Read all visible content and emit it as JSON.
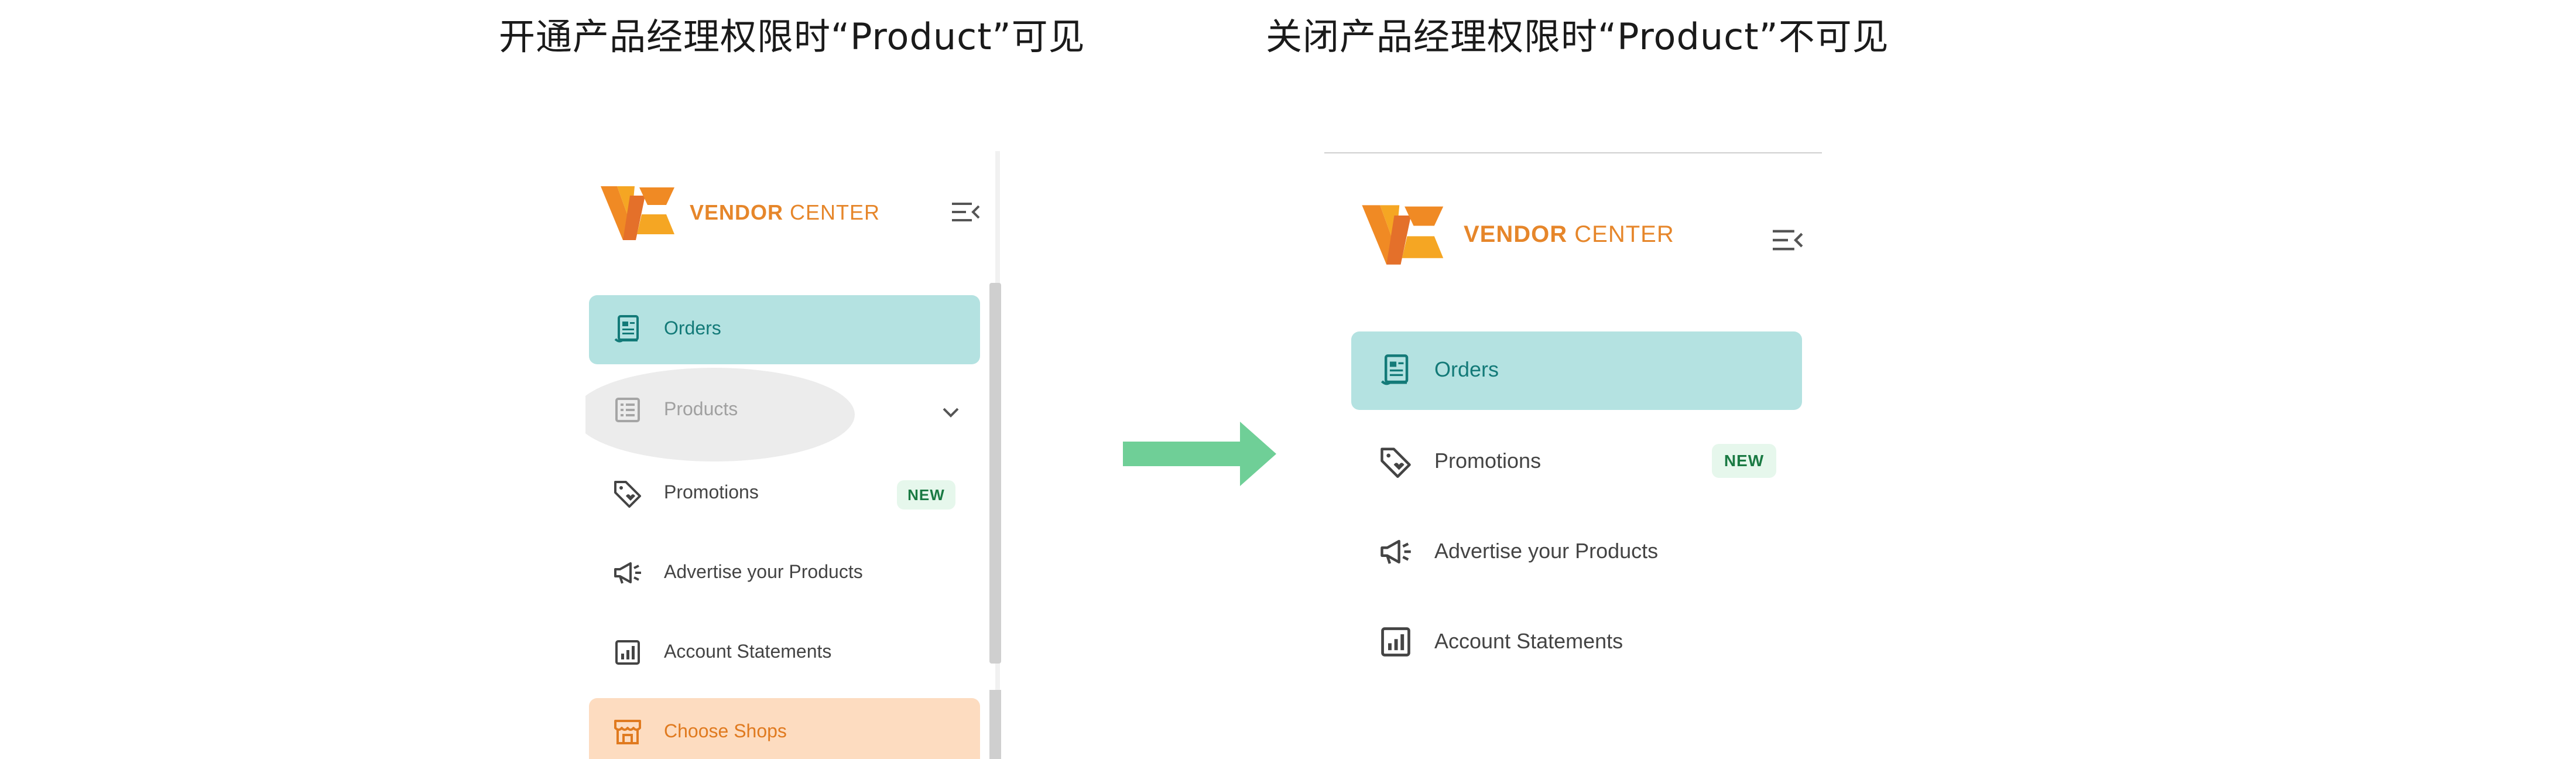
{
  "captions": {
    "left": "开通产品经理权限时“Product”可见",
    "right": "关闭产品经理权限时“Product”不可见"
  },
  "logo": {
    "bold": "VENDOR",
    "light": "CENTER"
  },
  "colors": {
    "brand_orange": "#e6862a",
    "active_bg": "#b4e2e1",
    "active_text": "#137a78",
    "shops_bg": "#fddcc0",
    "arrow": "#6fcf97",
    "badge_bg": "#e6f7ec"
  },
  "left_panel": {
    "items": [
      {
        "label": "Orders",
        "icon": "receipt-icon",
        "state": "active"
      },
      {
        "label": "Products",
        "icon": "list-icon",
        "state": "disabled",
        "has_chevron": true
      },
      {
        "label": "Promotions",
        "icon": "tag-icon",
        "badge": "NEW"
      },
      {
        "label": "Advertise your Products",
        "icon": "megaphone-icon"
      },
      {
        "label": "Account Statements",
        "icon": "bar-chart-icon"
      },
      {
        "label": "Choose Shops",
        "icon": "shop-icon",
        "state": "highlight"
      }
    ]
  },
  "right_panel": {
    "items": [
      {
        "label": "Orders",
        "icon": "receipt-icon",
        "state": "active"
      },
      {
        "label": "Promotions",
        "icon": "tag-icon",
        "badge": "NEW"
      },
      {
        "label": "Advertise your Products",
        "icon": "megaphone-icon"
      },
      {
        "label": "Account Statements",
        "icon": "bar-chart-icon"
      }
    ]
  }
}
